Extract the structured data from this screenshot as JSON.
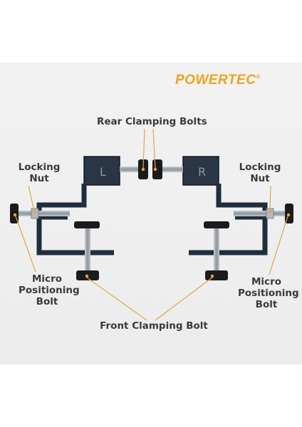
{
  "brand": {
    "logo_text": "POWERTEC",
    "logo_color": "#f0a21c"
  },
  "labels": {
    "rear_clamping_bolts": "Rear Clamping Bolts",
    "locking_nut_left": [
      "Locking",
      "Nut"
    ],
    "locking_nut_right": [
      "Locking",
      "Nut"
    ],
    "micro_positioning_bolt_left": [
      "Micro",
      "Positioning",
      "Bolt"
    ],
    "micro_positioning_bolt_right": [
      "Micro",
      "Positioning",
      "Bolt"
    ],
    "front_clamping_bolt": "Front Clamping Bolt"
  },
  "brackets": {
    "left_letter": "L",
    "right_letter": "R"
  },
  "colors": {
    "leader_line": "#e0a64a",
    "bracket": "#1f2d3d",
    "bolt": "#9aa3ab",
    "knob": "#1b1b1b",
    "label_text": "#3a3a3a"
  }
}
